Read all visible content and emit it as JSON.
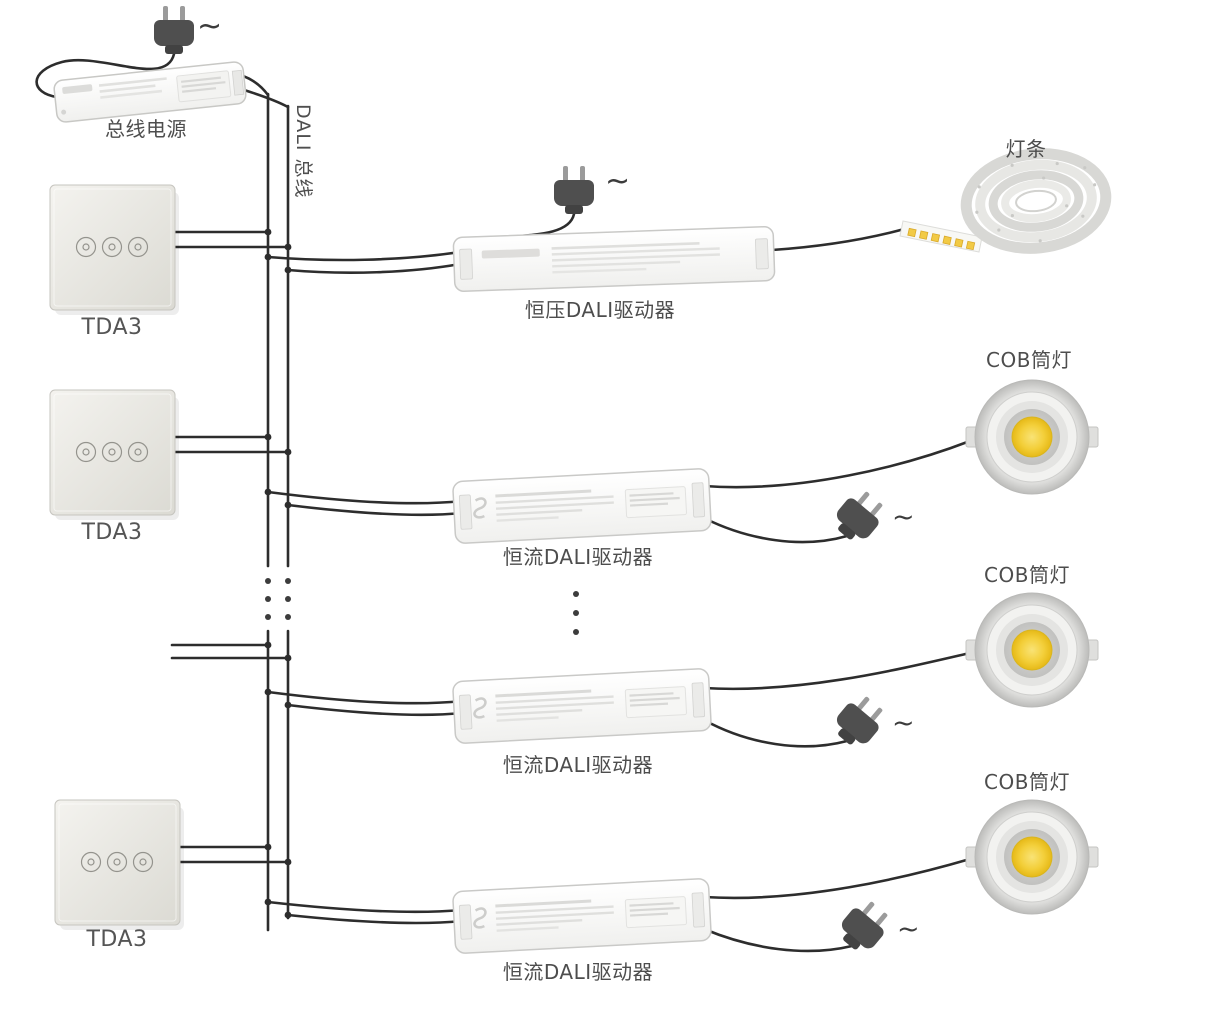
{
  "labels": {
    "bus_power": "总线电源",
    "dali_bus": "DALI 总线",
    "ac_symbol": "~"
  },
  "switches": [
    {
      "name": "TDA3"
    },
    {
      "name": "TDA3"
    },
    {
      "name": "TDA3"
    }
  ],
  "drivers": [
    {
      "label": "恒压DALI驱动器",
      "type": "constant-voltage"
    },
    {
      "label": "恒流DALI驱动器",
      "type": "constant-current"
    },
    {
      "label": "恒流DALI驱动器",
      "type": "constant-current"
    },
    {
      "label": "恒流DALI驱动器",
      "type": "constant-current"
    }
  ],
  "loads": [
    {
      "label": "灯条",
      "type": "led-strip"
    },
    {
      "label": "COB筒灯",
      "type": "cob-downlight"
    },
    {
      "label": "COB筒灯",
      "type": "cob-downlight"
    },
    {
      "label": "COB筒灯",
      "type": "cob-downlight"
    }
  ],
  "colors": {
    "wire": "#2d2d2d",
    "cob_led_yellow": "#eec31f",
    "strip_wire_red": "#c0392b"
  }
}
